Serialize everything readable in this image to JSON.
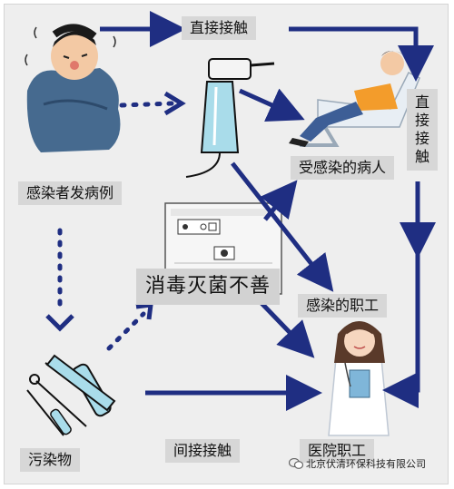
{
  "colors": {
    "arrow": "#1f2e82",
    "label_bg": "#d7d7d7",
    "frame_bg": "#eeeeee"
  },
  "labels": {
    "direct_contact_top": "直接接触",
    "direct_contact_right": "直接接触",
    "infected_patient": "受感染的病人",
    "source_case": "感染者发病例",
    "disinfection_poor": "消毒灭菌不善",
    "infected_staff": "感染的职工",
    "contaminants": "污染物",
    "indirect_contact": "间接接触",
    "medical_staff": "医院职工"
  },
  "watermark": {
    "text": "北京伏清环保科技有限公司",
    "icon": "wechat-icon"
  },
  "icons": {
    "sick_person": "sick-person-icon",
    "dental_handpiece": "dental-handpiece-icon",
    "dental_patient": "dental-patient-icon",
    "sterilizer": "sterilizer-machine-icon",
    "instruments": "medical-instruments-icon",
    "nurse": "nurse-icon"
  }
}
